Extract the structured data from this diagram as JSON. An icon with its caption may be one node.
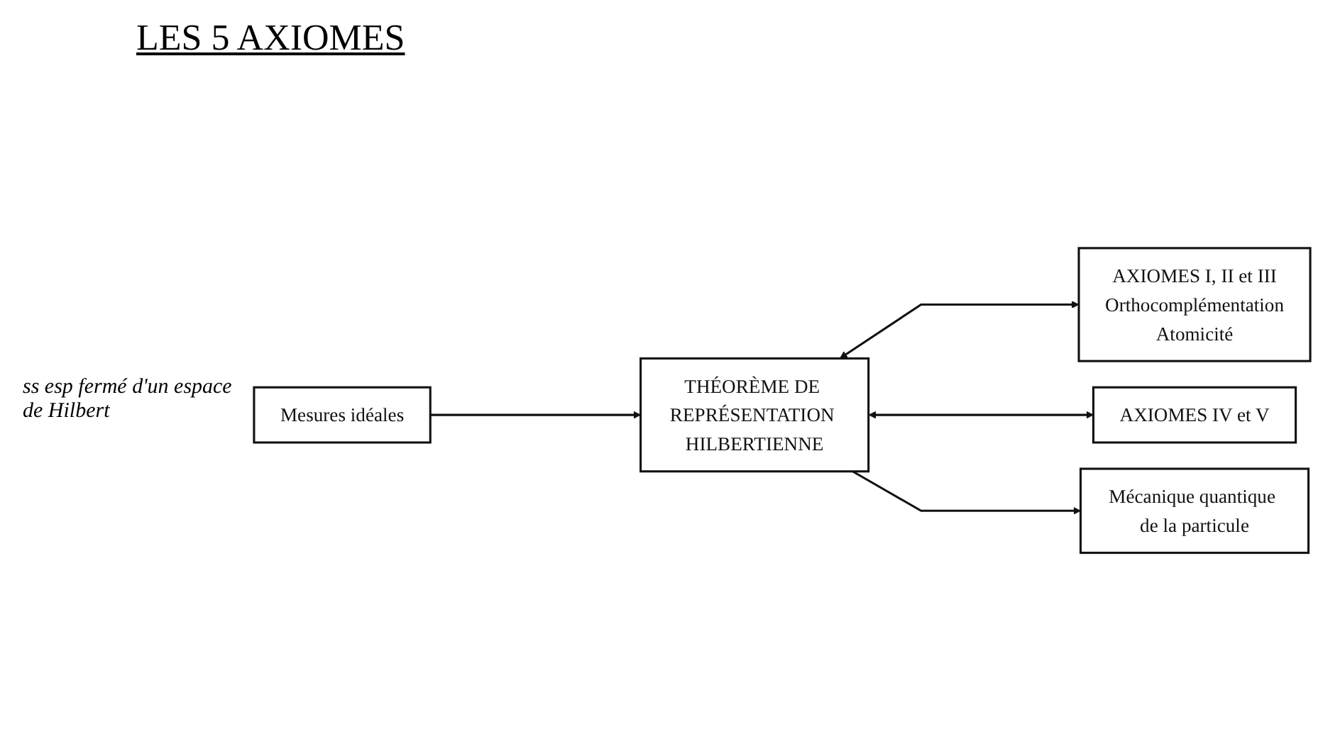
{
  "diagram": {
    "title": "LES 5 AXIOMES",
    "nodes": [
      {
        "text": [
          "THÉORÈME DE REPRÉSENTATION HILBERTIENNE"
        ]
      },
      {
        "text": [
          "AXIOMES I, II et III",
          "Orthocomplémentation",
          "Atomicité"
        ]
      },
      {
        "text": [
          "AXIOMES IV et V"
        ]
      },
      {
        "text": [
          "Mesures idéales"
        ]
      },
      {
        "text": [
          "Mécanique quantique de la particule"
        ]
      }
    ],
    "edges": [
      {
        "from": 0,
        "to": 1,
        "arrow": "both"
      },
      {
        "from": 0,
        "to": 2,
        "arrow": "both"
      },
      {
        "from": 3,
        "to": 0,
        "arrow": "to"
      },
      {
        "from": 0,
        "to": 4,
        "arrow": "to"
      }
    ],
    "labels": [
      "ss esp fermé d'un espace de Hilbert"
    ]
  }
}
